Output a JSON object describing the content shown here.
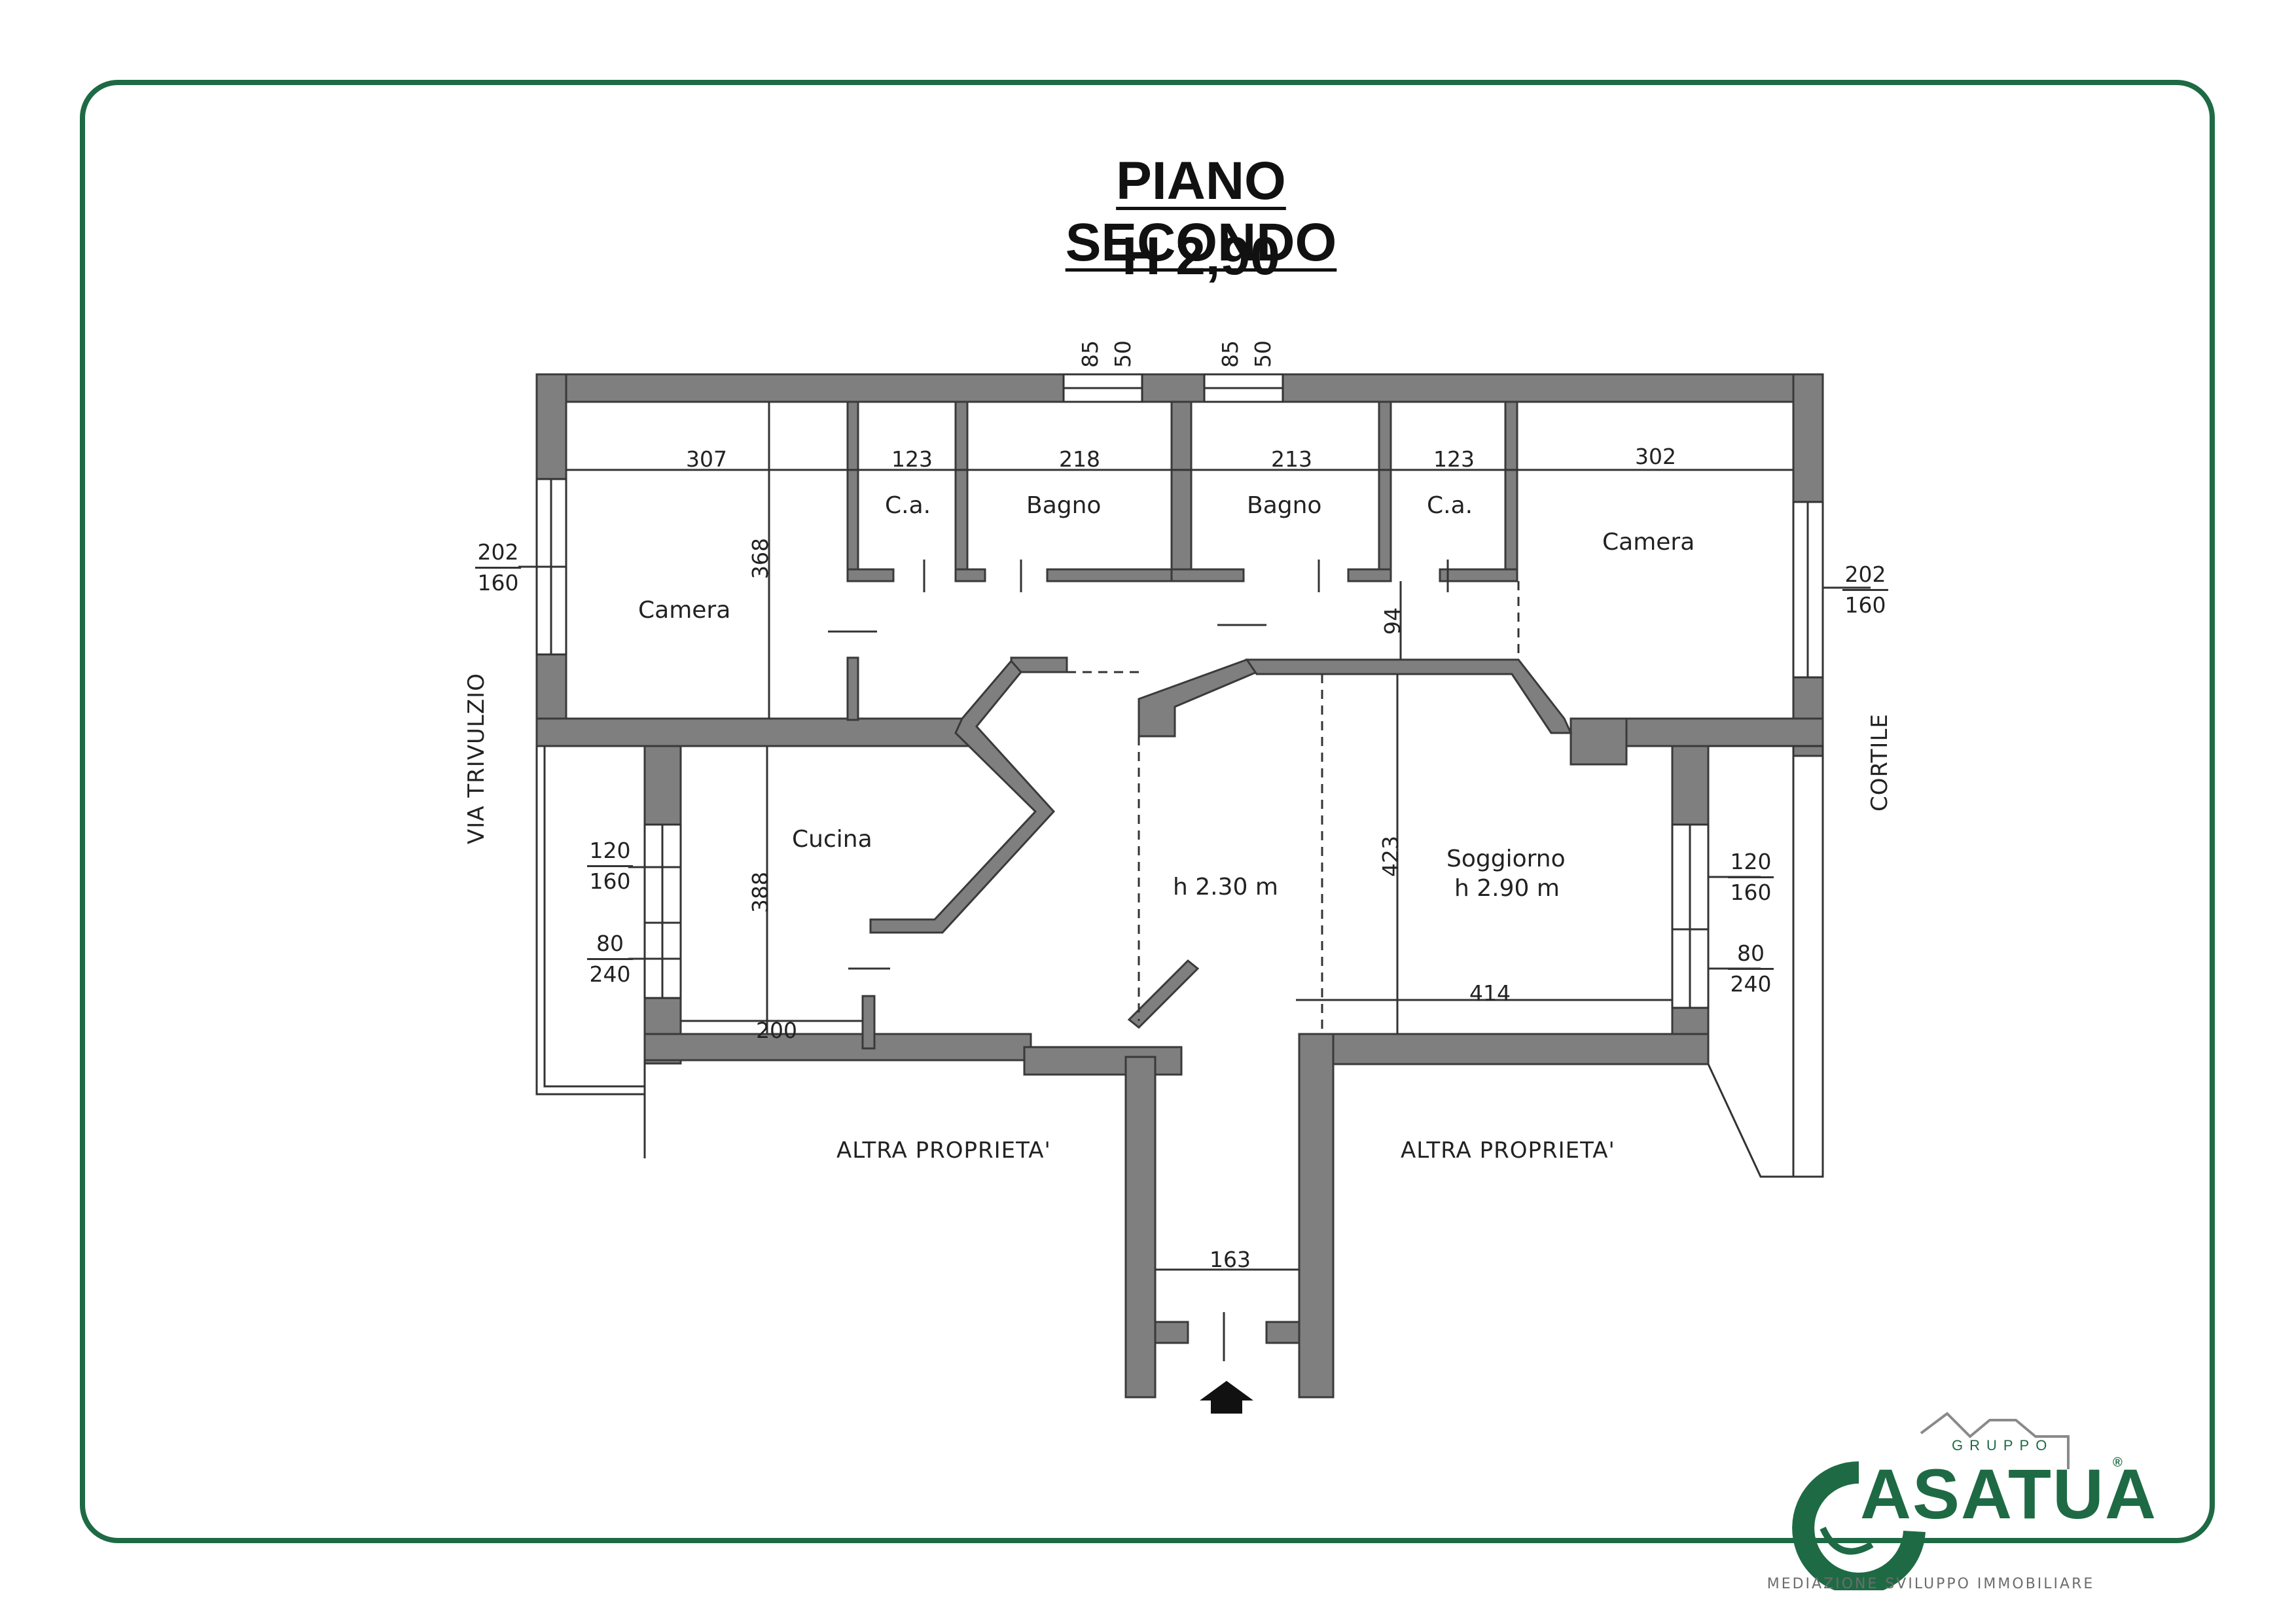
{
  "title": {
    "main": "PIANO SECONDO",
    "height": "H 2,90"
  },
  "rooms": {
    "camera_left": "Camera",
    "ca_left": "C.a.",
    "bagno_left": "Bagno",
    "bagno_right": "Bagno",
    "ca_right": "C.a.",
    "camera_right": "Camera",
    "cucina": "Cucina",
    "corridor_height": "h 2.30 m",
    "soggiorno": "Soggiorno",
    "soggiorno_height": "h 2.90 m"
  },
  "dimensions": {
    "camera_left_width": "307",
    "ca_left_width": "123",
    "bagno_left_width": "218",
    "bagno_right_width": "213",
    "ca_right_width": "123",
    "camera_right_width": "302",
    "camera_left_depth": "368",
    "cucina_depth": "388",
    "cucina_width": "200",
    "soggiorno_depth": "423",
    "soggiorno_width": "414",
    "hall_depth": "94",
    "entrance_width": "163"
  },
  "windows": {
    "top_left": {
      "width": "85",
      "height": "50"
    },
    "top_right": {
      "width": "85",
      "height": "50"
    },
    "camera_left": {
      "width": "202",
      "height": "160"
    },
    "camera_right": {
      "width": "202",
      "height": "160"
    },
    "cucina_window": {
      "width": "120",
      "height": "160"
    },
    "cucina_door": {
      "width": "80",
      "height": "240"
    },
    "soggiorno_window": {
      "width": "120",
      "height": "160"
    },
    "soggiorno_door": {
      "width": "80",
      "height": "240"
    }
  },
  "context": {
    "street": "VIA TRIVULZIO",
    "courtyard": "CORTILE",
    "other_property_left": "ALTRA PROPRIETA'",
    "other_property_right": "ALTRA PROPRIETA'"
  },
  "logo": {
    "group": "GRUPPO",
    "brand": "ASATUA",
    "registered": "®",
    "tagline": "MEDIAZIONE SVILUPPO IMMOBILIARE"
  },
  "colors": {
    "frame": "#1e6a44",
    "wall": "#7f7f7f",
    "wall_stroke": "#3a3a3a",
    "logo_green": "#1e6a44"
  }
}
